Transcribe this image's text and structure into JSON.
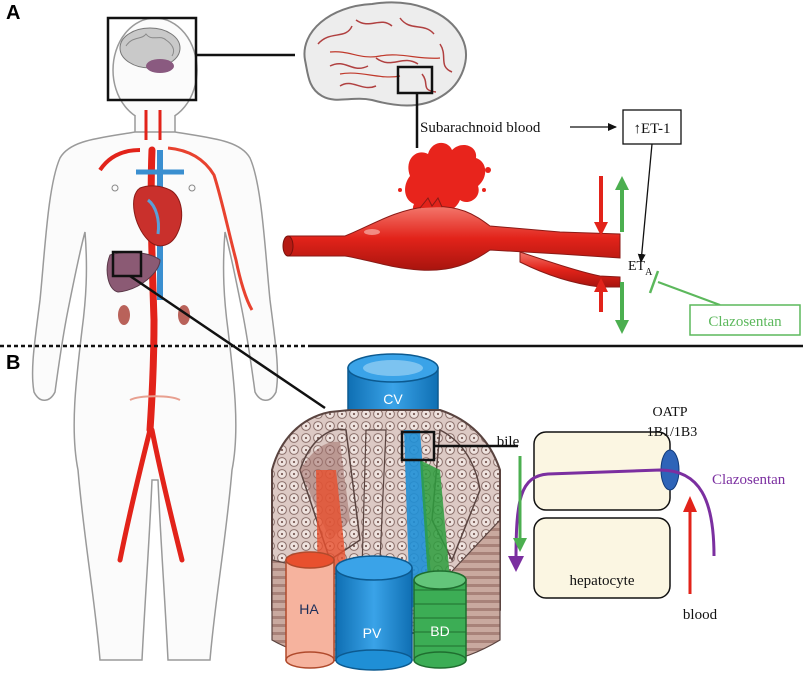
{
  "panels": {
    "a": "A",
    "b": "B"
  },
  "panel_a": {
    "subarachnoid_blood": "Subarachnoid blood",
    "et1": "↑ET-1",
    "eta_main": "ET",
    "eta_sub": "A",
    "clazosentan": "Clazosentan"
  },
  "panel_b": {
    "cv": "CV",
    "ha": "HA",
    "pv": "PV",
    "bd": "BD",
    "bile": "bile",
    "oatp_line1": "OATP",
    "oatp_line2": "1B1/1B3",
    "clazosentan": "Clazosentan",
    "hepatocyte": "hepatocyte",
    "blood": "blood"
  },
  "colors": {
    "artery_red": "#e2231a",
    "vein_blue": "#1f8fd6",
    "bile_green": "#2e9e3e",
    "arrow_green": "#4caf50",
    "clazosentan_green": "#5cb85c",
    "clazosentan_purple": "#7b2fa0",
    "hepatocyte_fill": "#fbf6e2",
    "oatp_blue": "#2e64b8"
  }
}
